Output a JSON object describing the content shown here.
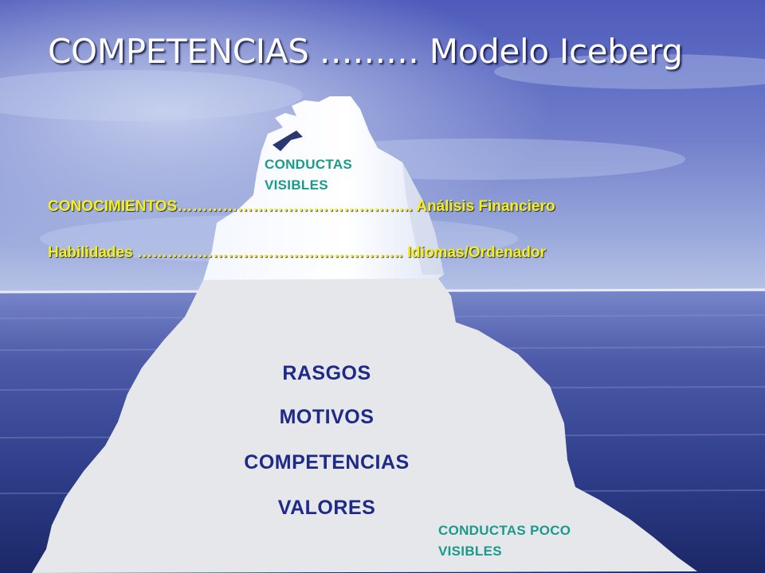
{
  "slide": {
    "title": "COMPETENCIAS ……… Modelo Iceberg",
    "visible_label": [
      "CONDUCTAS",
      "VISIBLES"
    ],
    "lines": [
      {
        "left": "CONOCIMIENTOS",
        "dots": "………………………………………..",
        "right": "Análisis Financiero"
      },
      {
        "left": "Habilidades",
        "dots": "……………………………………………..",
        "right": "Idiomas/Ordenador"
      }
    ],
    "underwater_words": [
      "RASGOS",
      "MOTIVOS",
      "COMPETENCIAS",
      "VALORES"
    ],
    "hidden_label": [
      "CONDUCTAS POCO",
      "VISIBLES"
    ]
  },
  "colors": {
    "label_teal": "#1a9a8c",
    "line_yellow": "#f5ef1a",
    "underwater_text": "#1e2a88",
    "sky": "#4a5ab8",
    "sea": "#1a2a6e"
  }
}
